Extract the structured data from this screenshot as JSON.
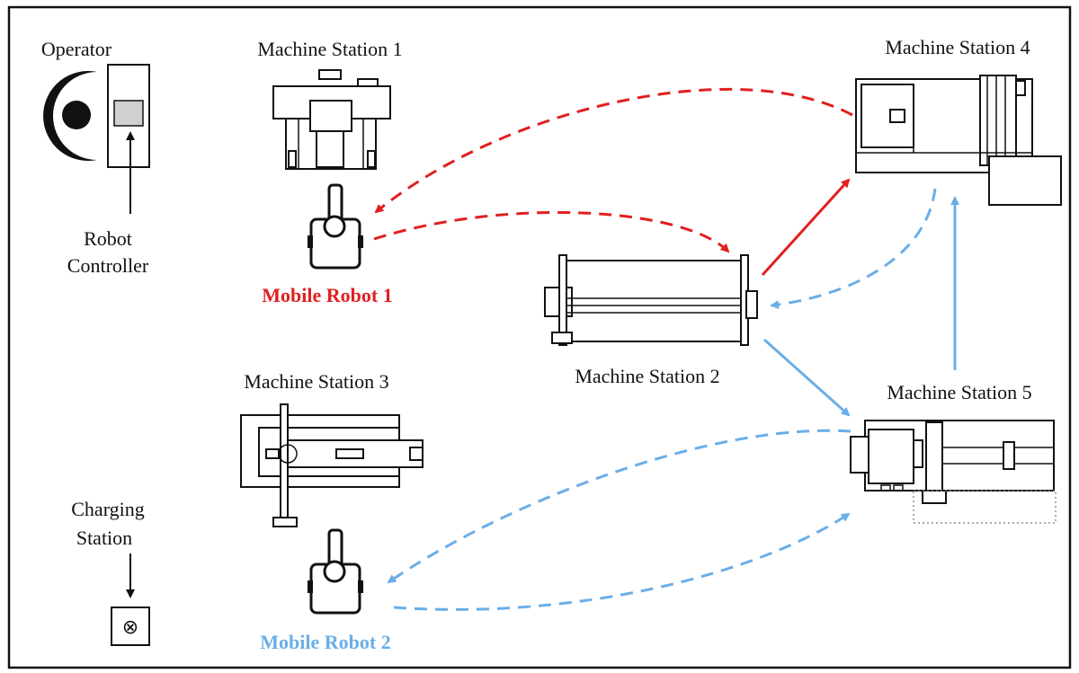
{
  "operator": {
    "label": "Operator"
  },
  "robot_controller": {
    "label_line1": "Robot",
    "label_line2": "Controller"
  },
  "charging_station": {
    "label_line1": "Charging",
    "label_line2": "Station",
    "symbol": "⊗"
  },
  "stations": {
    "ms1": {
      "label": "Machine Station 1"
    },
    "ms2": {
      "label": "Machine Station 2"
    },
    "ms3": {
      "label": "Machine Station 3"
    },
    "ms4": {
      "label": "Machine Station 4"
    },
    "ms5": {
      "label": "Machine Station 5"
    }
  },
  "robots": {
    "r1": {
      "label": "Mobile Robot 1",
      "color": "#e02020"
    },
    "r2": {
      "label": "Mobile Robot 2",
      "color": "#6aaee8"
    }
  },
  "colors": {
    "red_path": "#e02020",
    "blue_path": "#6aaee8",
    "frame": "#111111"
  }
}
